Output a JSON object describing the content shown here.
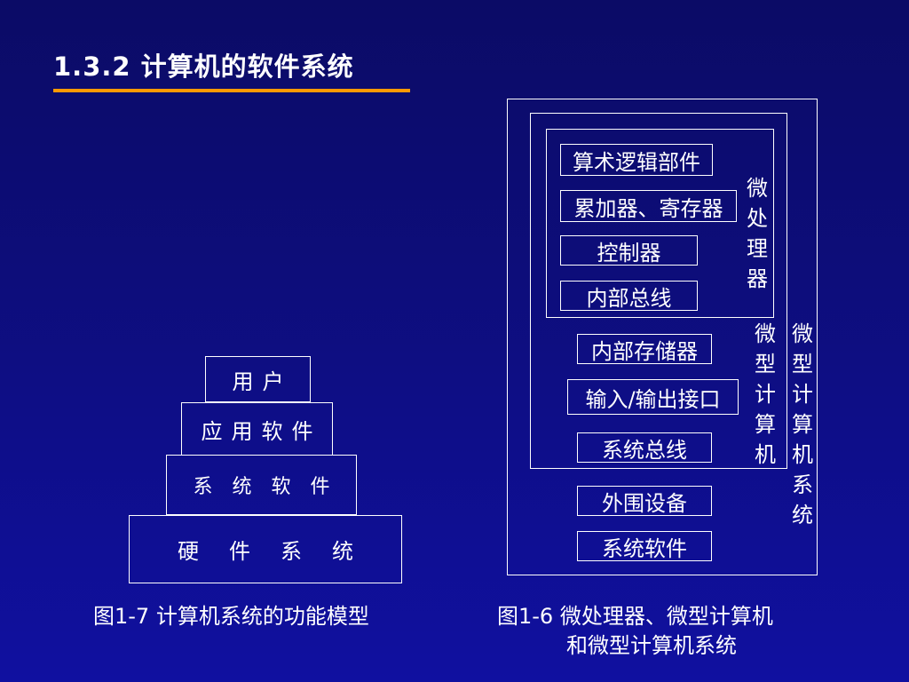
{
  "title": "1.3.2  计算机的软件系统",
  "colors": {
    "background": "#0d0d7a",
    "accent_underline": "#ff9900",
    "text": "#ffffff"
  },
  "pyramid": {
    "levels": [
      "用户",
      "应用软件",
      "系统软件",
      "硬件系统"
    ],
    "caption": "图1-7  计算机系统的功能模型"
  },
  "nested": {
    "microprocessor_components": [
      "算术逻辑部件",
      "累加器、寄存器",
      "控制器",
      "内部总线"
    ],
    "microprocessor_label": "微处理器",
    "microcomputer_components": [
      "内部存储器",
      "输入/输出接口",
      "系统总线"
    ],
    "microcomputer_label": "微型计算机",
    "system_components": [
      "外围设备",
      "系统软件"
    ],
    "system_label": "微型计算机系统",
    "caption_line1": "图1-6  微处理器、微型计算机",
    "caption_line2": "和微型计算机系统"
  }
}
